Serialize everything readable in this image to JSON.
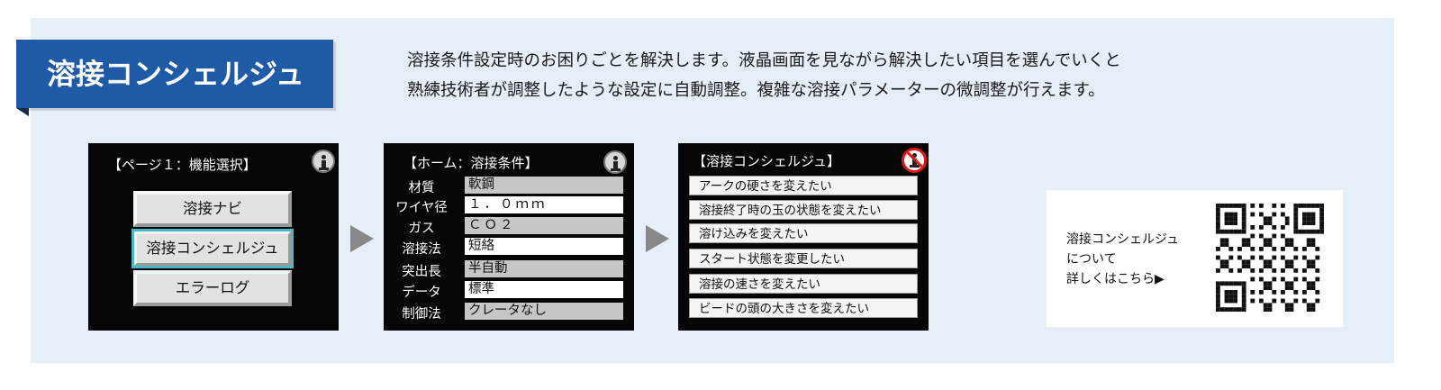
{
  "title": "溶接コンシェルジュ",
  "intro_lines": [
    "溶接条件設定時のお困りごとを解決します。液晶画面を見ながら解決したい項目を選んでいくと",
    "熟練技術者が調整したような設定に自動調整。複雑な溶接パラメーターの微調整が行えます。"
  ],
  "screen1": {
    "header": "【ページ１：機能選択】",
    "buttons": [
      "溶接ナビ",
      "溶接コンシェルジュ",
      "エラーログ"
    ],
    "active_index": 1,
    "icon": "info-icon"
  },
  "screen2": {
    "header": "【ホーム：溶接条件】",
    "icon": "info-icon",
    "rows": [
      {
        "label": "材質",
        "value": "軟鋼"
      },
      {
        "label": "ワイヤ径",
        "value": "１．０ｍｍ"
      },
      {
        "label": "ガス",
        "value": "ＣＯ２"
      },
      {
        "label": "溶接法",
        "value": "短絡"
      },
      {
        "label": "突出長",
        "value": "半自動"
      },
      {
        "label": "データ",
        "value": "標準"
      },
      {
        "label": "制御法",
        "value": "クレータなし"
      }
    ]
  },
  "screen3": {
    "header": "【溶接コンシェルジュ】",
    "icon": "no-entry-icon",
    "items": [
      "アークの硬さを変えたい",
      "溶接終了時の玉の状態を変えたい",
      "溶け込みを変えたい",
      "スタート状態を変更したい",
      "溶接の速さを変えたい",
      "ビードの頭の大きさを変えたい"
    ]
  },
  "qr": {
    "lines": [
      "溶接コンシェルジュ",
      "について",
      "詳しくはこちら▶"
    ],
    "icon": "qr-code-icon"
  },
  "colors": {
    "brand_blue": "#1e5aa6",
    "panel_bg": "#e6eef8",
    "screen_bg": "#060606",
    "highlight": "#4fb7c4",
    "no_entry_red": "#e01818"
  }
}
